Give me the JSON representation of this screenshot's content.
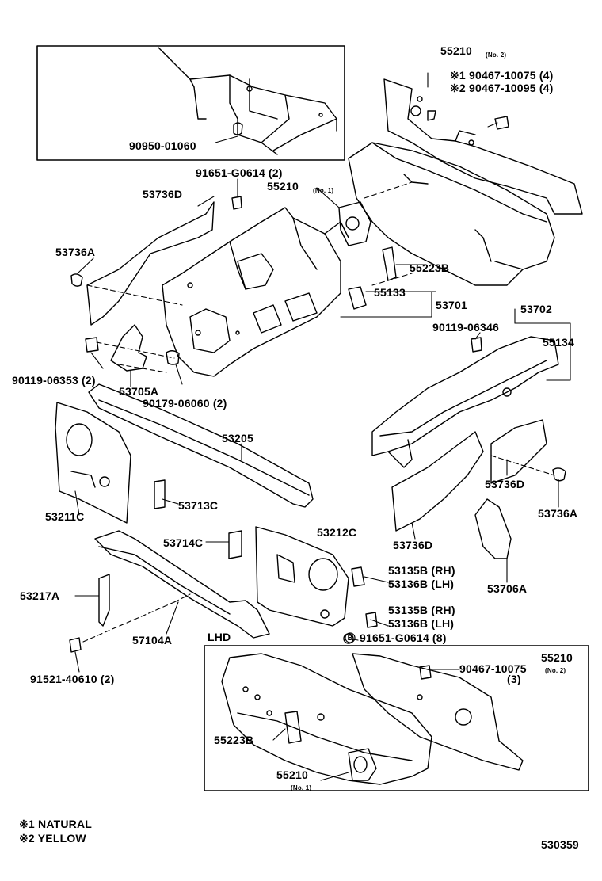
{
  "labels": {
    "p90950_01060": "90950-01060",
    "p55210_top": "55210",
    "p55210_top_note": "(No. 2)",
    "p90467_10075": "※1 90467-10075 (4)",
    "p90467_10095": "※2 90467-10095 (4)",
    "p91651_g0614_top": "91651-G0614 (2)",
    "p53736d_top": "53736D",
    "p55210_mid": "55210",
    "p55210_mid_note": "(No. 1)",
    "p53736a_left": "53736A",
    "p55223b_top": "55223B",
    "p55133": "55133",
    "p53701": "53701",
    "p53702": "53702",
    "p90119_06346": "90119-06346",
    "p55134": "55134",
    "p90119_06353": "90119-06353 (2)",
    "p53705a": "53705A",
    "p90179_06060": "90179-06060 (2)",
    "p53205": "53205",
    "p53736d_right": "53736D",
    "p53736a_right": "53736A",
    "p53713c": "53713C",
    "p53211c": "53211C",
    "p53212c": "53212C",
    "p53736d_bottom": "53736D",
    "p53714c": "53714C",
    "p53135b_rh_1": "53135B (RH)",
    "p53136b_lh_1": "53136B (LH)",
    "p53706a": "53706A",
    "p53217a": "53217A",
    "p53135b_rh_2": "53135B (RH)",
    "p53136b_lh_2": "53136B (LH)",
    "p91651_g0614_8": "91651-G0614 (8)",
    "p57104a": "57104A",
    "lhd": "LHD",
    "p90467_10075_lhd": "90467-10075",
    "p55210_lhd": "55210",
    "p55210_lhd_note": "(No. 2)",
    "p55210_lhd_qty": "(3)",
    "p91521_40610": "91521-40610 (2)",
    "p55223b_lhd": "55223B",
    "p55210_lhd_bottom": "55210",
    "p55210_lhd_bottom_note": "(No. 1)",
    "circle_b": "B"
  },
  "notes": {
    "note1": "※1 NATURAL",
    "note2": "※2 YELLOW"
  },
  "diagram_id": "530359"
}
